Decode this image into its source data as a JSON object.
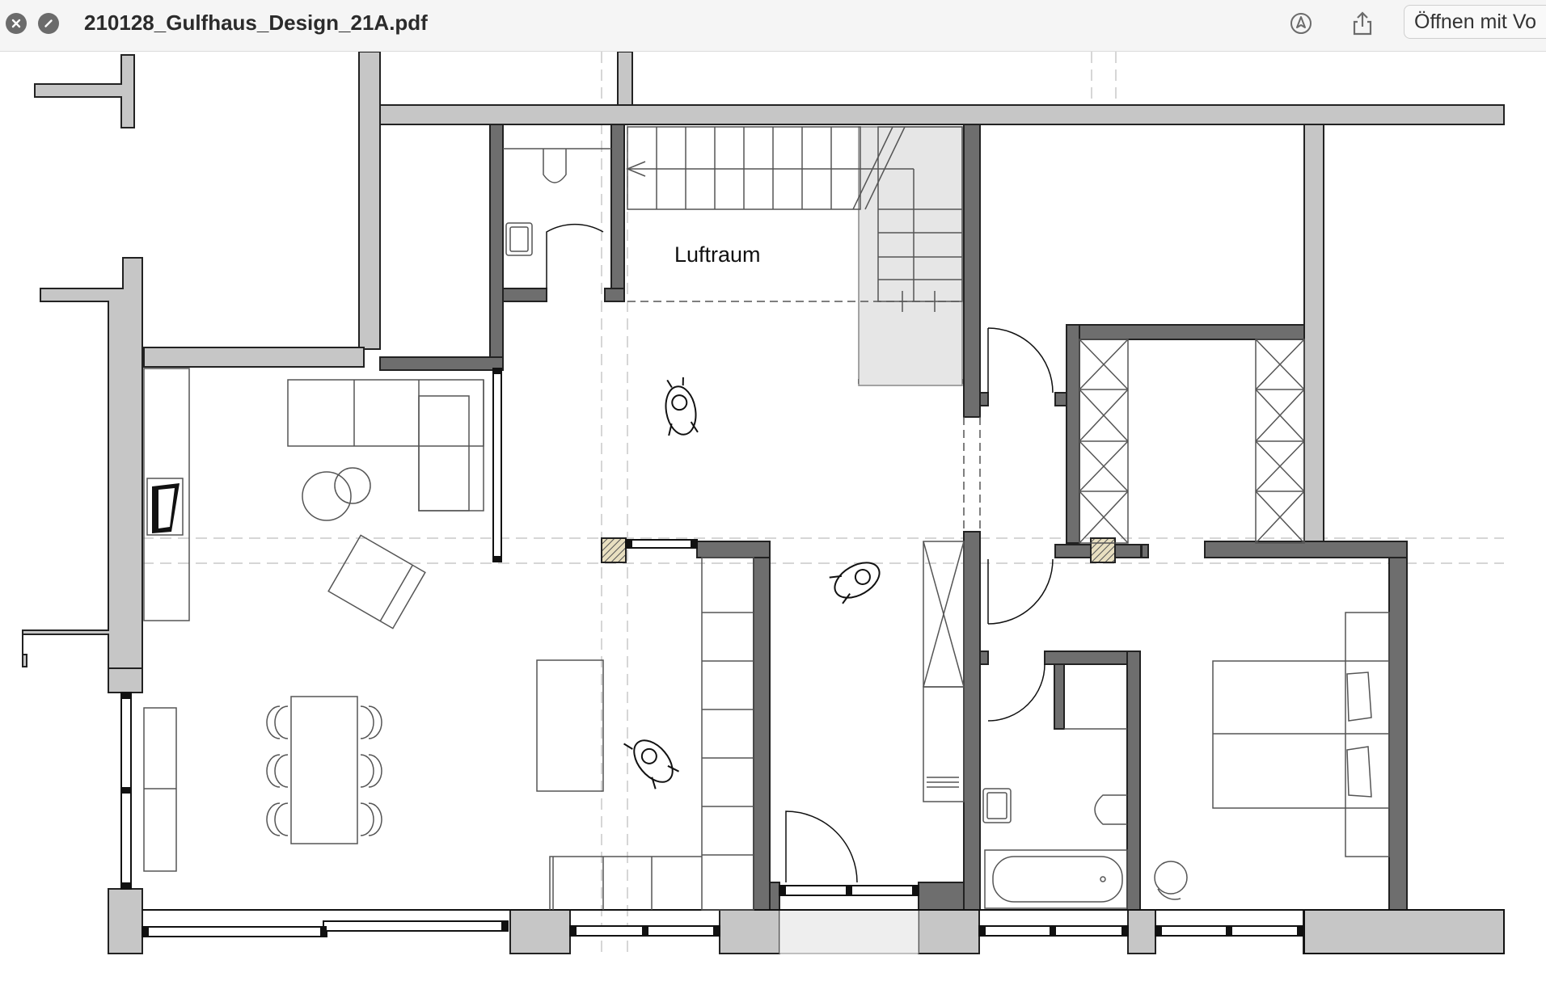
{
  "window": {
    "close_icon": "close-icon",
    "disable_icon": "disabled-circle-icon",
    "document_title": "210128_Gulfhaus_Design_21A.pdf"
  },
  "toolbar": {
    "markup_icon": "markup-pen-icon",
    "share_icon": "share-icon",
    "open_with_label": "Öffnen mit Vo"
  },
  "floorplan": {
    "room_labels": {
      "luftraum": "Luftraum"
    },
    "colors": {
      "wall_dark": "#6e6e6e",
      "wall_light": "#c6c6c6",
      "line": "#111111"
    }
  }
}
